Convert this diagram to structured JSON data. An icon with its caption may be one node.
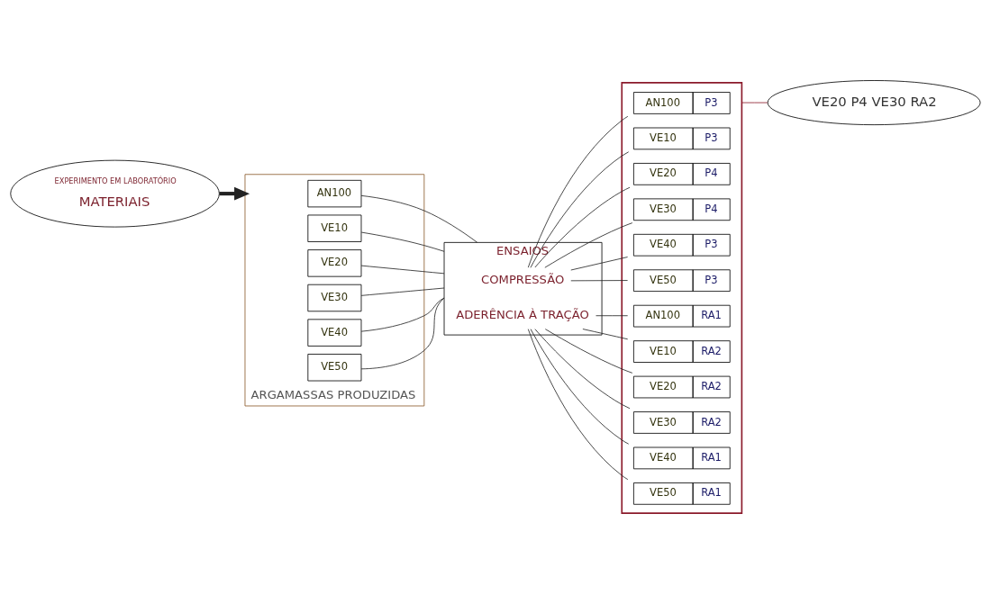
{
  "diagram": {
    "nodes": [
      {
        "text": [
          "EXPERIMENTO EM LABORATÓRIO",
          "MATERIAIS"
        ]
      },
      {
        "text": [
          "ARGAMASSAS PRODUZIDAS"
        ]
      },
      {
        "text": [
          "AN100"
        ],
        "in": 1
      },
      {
        "text": [
          "VE10"
        ],
        "in": 1
      },
      {
        "text": [
          "VE20"
        ],
        "in": 1
      },
      {
        "text": [
          "VE30"
        ],
        "in": 1
      },
      {
        "text": [
          "VE40"
        ],
        "in": 1
      },
      {
        "text": [
          "VE50"
        ],
        "in": 1
      },
      {
        "text": [
          "ENSAIOS"
        ]
      },
      {
        "text": [
          "COMPRESSÃO"
        ],
        "in": 8
      },
      {
        "text": [
          "ADERÊNCIA À TRAÇÃO"
        ],
        "in": 8
      },
      {
        "text": [],
        "shape": "bracket"
      },
      {
        "text": [
          "AN100",
          "P3"
        ],
        "in": 11
      },
      {
        "text": [
          "VE10",
          "P3"
        ],
        "in": 11
      },
      {
        "text": [
          "VE20",
          "P4"
        ],
        "in": 11
      },
      {
        "text": [
          "VE30",
          "P4"
        ],
        "in": 11
      },
      {
        "text": [
          "VE40",
          "P3"
        ],
        "in": 11
      },
      {
        "text": [
          "VE50",
          "P3"
        ],
        "in": 11
      },
      {
        "text": [
          "AN100",
          "RA1"
        ],
        "in": 11
      },
      {
        "text": [
          "VE10",
          "RA2"
        ],
        "in": 11
      },
      {
        "text": [
          "VE20",
          "RA2"
        ],
        "in": 11
      },
      {
        "text": [
          "VE30",
          "RA2"
        ],
        "in": 11
      },
      {
        "text": [
          "VE40",
          "RA1"
        ],
        "in": 11
      },
      {
        "text": [
          "VE50",
          "RA1"
        ],
        "in": 11
      },
      {
        "text": [
          "VE20 P4 VE30 RA2"
        ]
      }
    ],
    "edges": [
      {
        "from": 0,
        "to": 1,
        "arrow": "to",
        "style": "thick"
      },
      {
        "from": 2,
        "to": 8,
        "arrow": "none"
      },
      {
        "from": 3,
        "to": 8,
        "arrow": "none"
      },
      {
        "from": 4,
        "to": 8,
        "arrow": "none"
      },
      {
        "from": 5,
        "to": 8,
        "arrow": "none"
      },
      {
        "from": 6,
        "to": 8,
        "arrow": "none"
      },
      {
        "from": 7,
        "to": 8,
        "arrow": "none"
      },
      {
        "from": 9,
        "to": 12,
        "arrow": "none"
      },
      {
        "from": 9,
        "to": 13,
        "arrow": "none"
      },
      {
        "from": 9,
        "to": 14,
        "arrow": "none"
      },
      {
        "from": 9,
        "to": 15,
        "arrow": "none"
      },
      {
        "from": 9,
        "to": 16,
        "arrow": "none"
      },
      {
        "from": 9,
        "to": 17,
        "arrow": "none"
      },
      {
        "from": 10,
        "to": 18,
        "arrow": "none"
      },
      {
        "from": 10,
        "to": 19,
        "arrow": "none"
      },
      {
        "from": 10,
        "to": 20,
        "arrow": "none"
      },
      {
        "from": 10,
        "to": 21,
        "arrow": "none"
      },
      {
        "from": 10,
        "to": 22,
        "arrow": "none"
      },
      {
        "from": 10,
        "to": 23,
        "arrow": "none"
      },
      {
        "from": 11,
        "to": 24,
        "arrow": "none",
        "color": "#8b1a2b"
      }
    ]
  }
}
